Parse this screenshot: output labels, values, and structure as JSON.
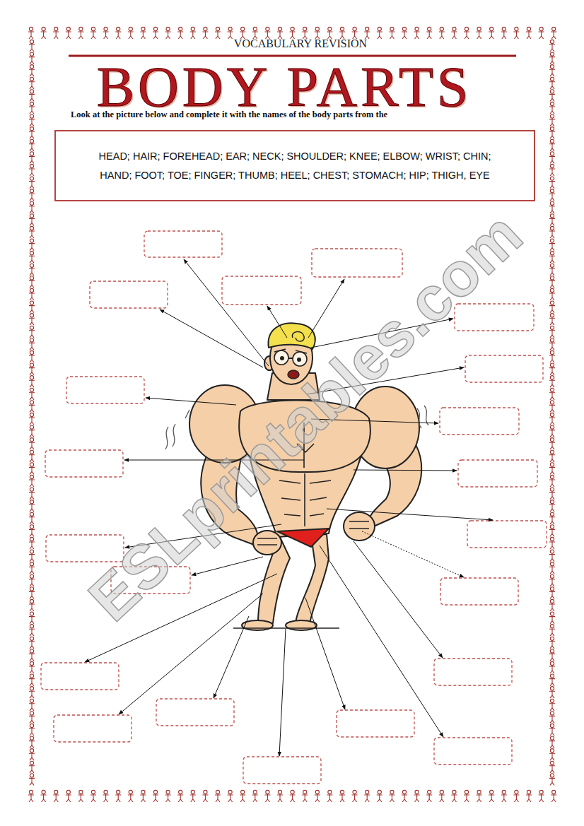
{
  "diagram": {
    "title": "BODY PARTS",
    "nodes": [
      {
        "text": [
          "HEAD; HAIR; FOREHEAD; EAR; NECK; SHOULDER; KNEE; ELBOW; WRIST; CHIN; HAND; FOOT; TOE; FINGER; THUMB; HEEL; CHEST; STOMACH; HIP; THIGH, EYE"
        ]
      }
    ],
    "labels": [
      "VOCABULARY REVISION",
      "Look at the picture below and complete it with the names of the body parts from the",
      "ESLprintables.com"
    ]
  }
}
